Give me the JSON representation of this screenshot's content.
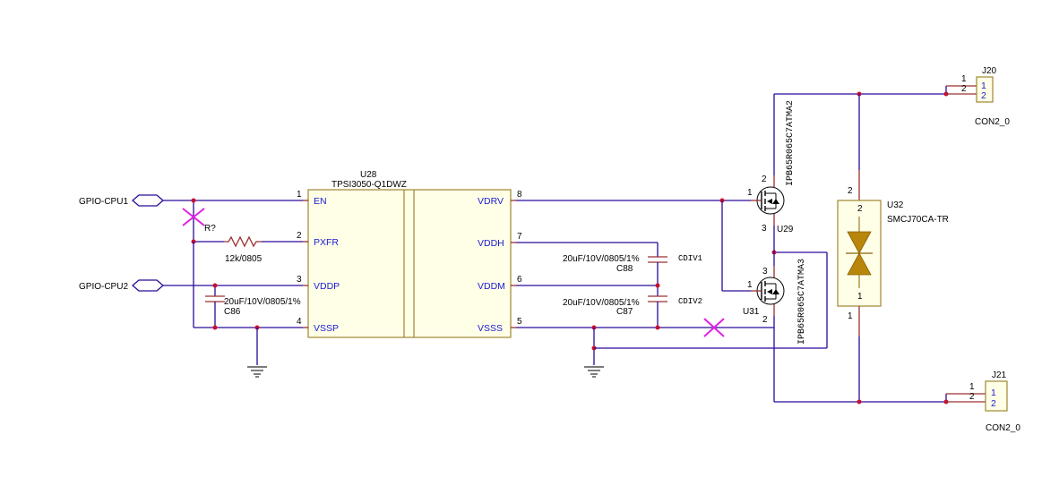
{
  "nets": {
    "gpio_cpu1": "GPIO-CPU1",
    "gpio_cpu2": "GPIO-CPU2"
  },
  "u28": {
    "ref": "U28",
    "value": "TPSI3050-Q1DWZ",
    "pins_left": [
      {
        "num": "1",
        "name": "EN"
      },
      {
        "num": "2",
        "name": "PXFR"
      },
      {
        "num": "3",
        "name": "VDDP"
      },
      {
        "num": "4",
        "name": "VSSP"
      }
    ],
    "pins_right": [
      {
        "num": "8",
        "name": "VDRV"
      },
      {
        "num": "7",
        "name": "VDDH"
      },
      {
        "num": "6",
        "name": "VDDM"
      },
      {
        "num": "5",
        "name": "VSSS"
      }
    ]
  },
  "resistor": {
    "ref": "R?",
    "value": "12k/0805"
  },
  "c86": {
    "ref": "C86",
    "value": "20uF/10V/0805/1%"
  },
  "c88": {
    "ref": "C88",
    "value": "20uF/10V/0805/1%",
    "label": "CDIV1"
  },
  "c87": {
    "ref": "C87",
    "value": "20uF/10V/0805/1%",
    "label": "CDIV2"
  },
  "u29": {
    "ref": "U29",
    "value": "IPB65R065C7ATMA2",
    "pin_gate": "1",
    "pin_drain": "2",
    "pin_source": "3"
  },
  "u31": {
    "ref": "U31",
    "value": "IPB65R065C7ATMA3",
    "pin_gate": "1",
    "pin_drain": "3",
    "pin_source": "2"
  },
  "u32": {
    "ref": "U32",
    "value": "SMCJ70CA-TR",
    "pin_top": "2",
    "pin_bottom": "1"
  },
  "j20": {
    "ref": "J20",
    "value": "CON2_0",
    "pin1": "1",
    "pin2": "2"
  },
  "j21": {
    "ref": "J21",
    "value": "CON2_0",
    "pin1": "1",
    "pin2": "2"
  },
  "colors": {
    "wire": "#2a0a9a",
    "pin": "#9a3030",
    "junction": "#c8102e",
    "pin_name": "#1a1ad0",
    "mark": "#e020e0",
    "tvs": "#b8860b"
  }
}
